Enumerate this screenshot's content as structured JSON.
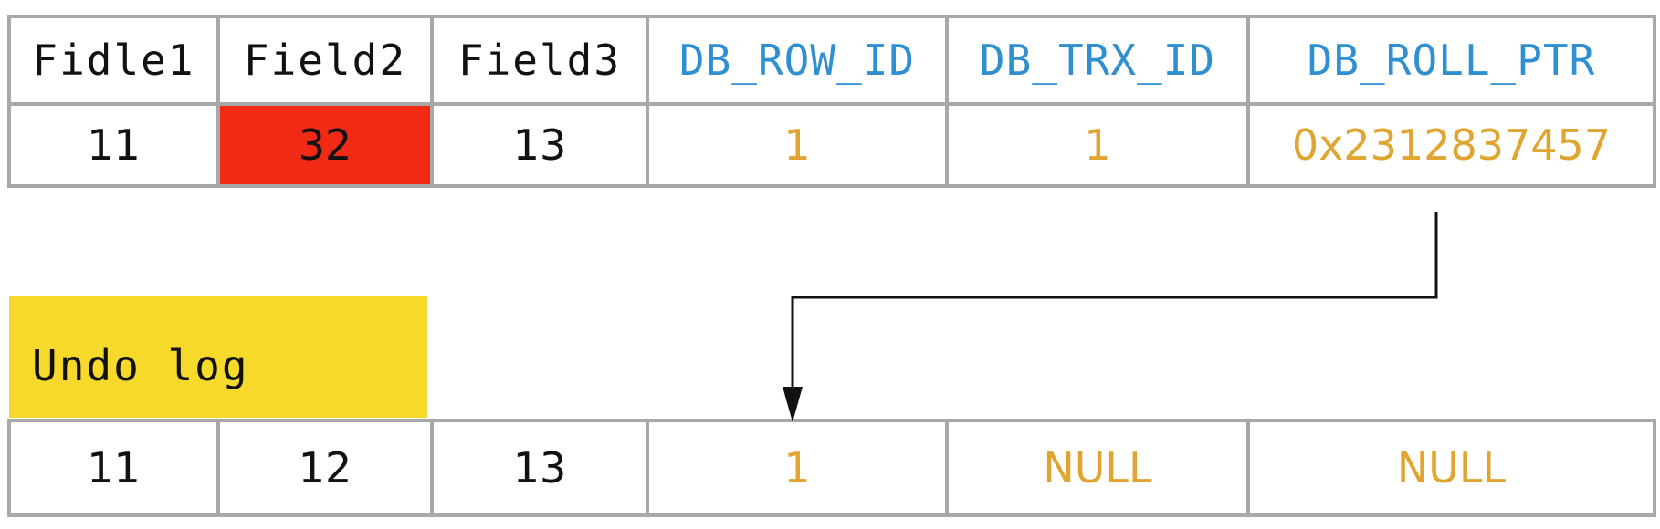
{
  "current_row": {
    "headers": [
      "Fidle1",
      "Field2",
      "Field3",
      "DB_ROW_ID",
      "DB_TRX_ID",
      "DB_ROLL_PTR"
    ],
    "values": [
      "11",
      "32",
      "13",
      "1",
      "1",
      "0x2312837457"
    ]
  },
  "undo_log": {
    "label": "Undo log",
    "values": [
      "11",
      "12",
      "13",
      "1",
      "NULL",
      "NULL"
    ]
  },
  "colors": {
    "user_field_text": "#111111",
    "hidden_field_header": "#2f8fd0",
    "hidden_field_value": "#e0a530",
    "changed_cell": "#f02a14",
    "undo_label_bg": "#f6d92a",
    "border": "#a8a8a8"
  }
}
